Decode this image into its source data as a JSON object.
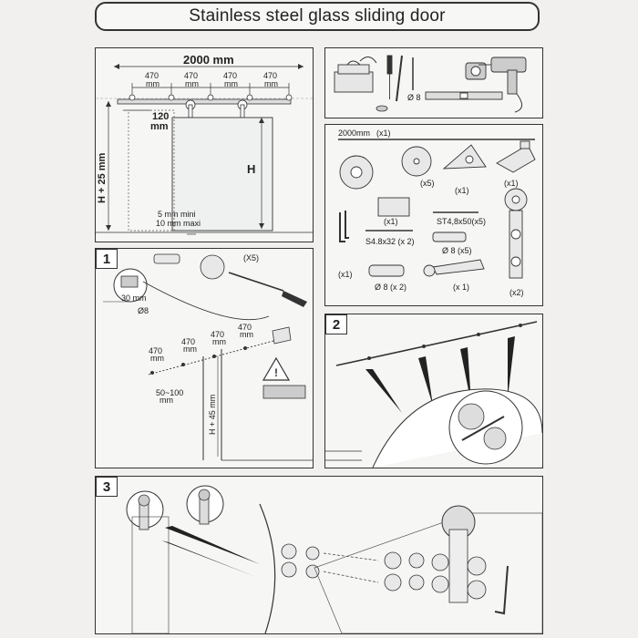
{
  "title": "Stainless steel glass sliding door",
  "dimensions_panel": {
    "total_width": "2000 mm",
    "spacings": [
      {
        "value": "470",
        "unit": "mm"
      },
      {
        "value": "470",
        "unit": "mm"
      },
      {
        "value": "470",
        "unit": "mm"
      },
      {
        "value": "470",
        "unit": "mm"
      }
    ],
    "offset_value": "120",
    "offset_unit": "mm",
    "height_label": "H + 25 mm",
    "door_height": "H",
    "gap_min": "5 mm mini",
    "gap_max": "10 mm maxi"
  },
  "tools_panel": {
    "drill_bit": "Ø 8"
  },
  "parts_panel": {
    "rail": "2000mm",
    "rail_qty": "(x1)",
    "items": [
      {
        "label": "(x5)"
      },
      {
        "label": "(x1)"
      },
      {
        "label": "(x1)"
      },
      {
        "label": "(x1)"
      },
      {
        "label": "ST4,8x50(x5)"
      },
      {
        "label": "(x1)"
      },
      {
        "label": "S4.8x32 (x 2)"
      },
      {
        "label": "Ø 8 (x5)"
      },
      {
        "label": "Ø 8 (x 2)"
      },
      {
        "label": "(x 1)"
      },
      {
        "label": "(x2)"
      }
    ]
  },
  "step1": {
    "number": "1",
    "qty": "(X5)",
    "drill_depth": "30 mm",
    "drill_bit": "Ø8",
    "spacings": [
      {
        "value": "470",
        "unit": "mm"
      },
      {
        "value": "470",
        "unit": "mm"
      },
      {
        "value": "470",
        "unit": "mm"
      },
      {
        "value": "470",
        "unit": "mm"
      }
    ],
    "edge_value": "50~100",
    "edge_unit": "mm",
    "height_label": "H + 45 mm"
  },
  "step2": {
    "number": "2"
  },
  "step3": {
    "number": "3"
  }
}
